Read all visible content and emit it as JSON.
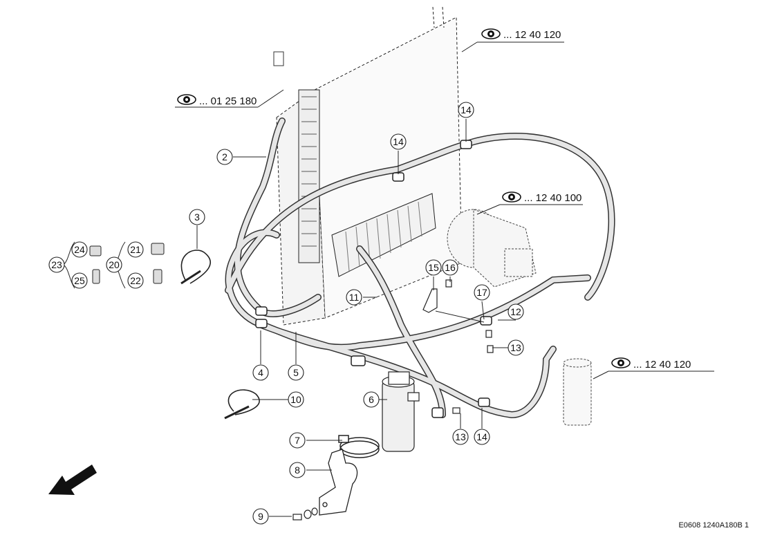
{
  "callouts": [
    {
      "id": "2",
      "label": "2"
    },
    {
      "id": "3",
      "label": "3"
    },
    {
      "id": "4",
      "label": "4"
    },
    {
      "id": "5",
      "label": "5"
    },
    {
      "id": "6",
      "label": "6"
    },
    {
      "id": "7",
      "label": "7"
    },
    {
      "id": "8",
      "label": "8"
    },
    {
      "id": "9",
      "label": "9"
    },
    {
      "id": "10",
      "label": "10"
    },
    {
      "id": "11",
      "label": "11"
    },
    {
      "id": "12",
      "label": "12"
    },
    {
      "id": "13a",
      "label": "13"
    },
    {
      "id": "13b",
      "label": "13"
    },
    {
      "id": "14a",
      "label": "14"
    },
    {
      "id": "14b",
      "label": "14"
    },
    {
      "id": "14c",
      "label": "14"
    },
    {
      "id": "15",
      "label": "15"
    },
    {
      "id": "16",
      "label": "16"
    },
    {
      "id": "17",
      "label": "17"
    },
    {
      "id": "20",
      "label": "20"
    },
    {
      "id": "21",
      "label": "21"
    },
    {
      "id": "22",
      "label": "22"
    },
    {
      "id": "23",
      "label": "23"
    },
    {
      "id": "24",
      "label": "24"
    },
    {
      "id": "25",
      "label": "25"
    }
  ],
  "references": [
    {
      "id": "ref-top",
      "text": "... 12 40 120"
    },
    {
      "id": "ref-left",
      "text": "... 01 25 180"
    },
    {
      "id": "ref-compressor",
      "text": "... 12 40 100"
    },
    {
      "id": "ref-dryer",
      "text": "... 12 40 120"
    }
  ],
  "footer": {
    "code": "E0608 1240A180B 1"
  },
  "icons": {
    "reference": "eye-icon",
    "direction": "arrow-icon"
  }
}
